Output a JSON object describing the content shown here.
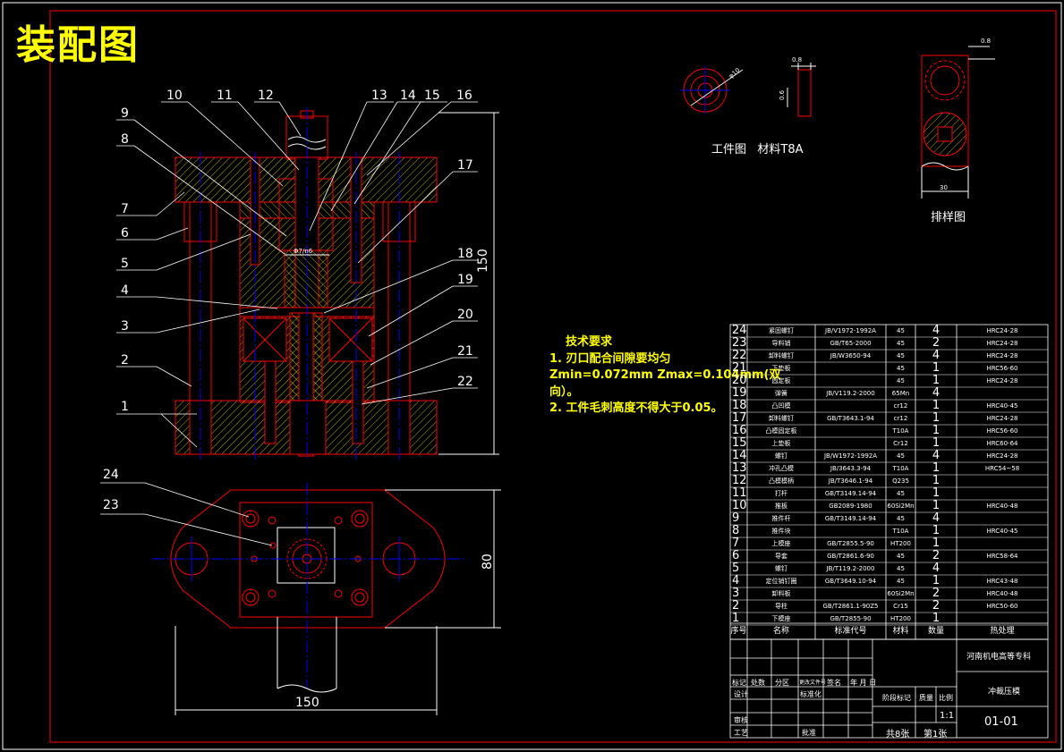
{
  "title": "装配图",
  "part_labels": [
    "1",
    "2",
    "3",
    "4",
    "5",
    "6",
    "7",
    "8",
    "9",
    "10",
    "11",
    "12",
    "13",
    "14",
    "15",
    "16",
    "17",
    "18",
    "19",
    "20",
    "21",
    "22",
    "23",
    "24"
  ],
  "dimensions": {
    "height_main": "150",
    "width_bottom": "150",
    "height_bottom": "80",
    "fit": "Φ7/n6",
    "workpiece_d": "φ10",
    "workpiece_t": "0.8",
    "workpiece_h": "0.6",
    "strip_t": "0.8",
    "strip_w": "30"
  },
  "workpiece_caption": "工件图   材料T8A",
  "strip_caption": "排样图",
  "tech_requirements": {
    "heading": "技术要求",
    "line1": "1. 刃口配合间隙要均匀",
    "line2": "Zmin=0.072mm Zmax=0.104mm(双",
    "line3": "向）。",
    "line4": "2. 工件毛刺高度不得大于0.05。"
  },
  "bom": [
    {
      "no": "24",
      "name": "紧固螺钉",
      "std": "JB/V1972-1992A",
      "mat": "45",
      "qty": "4",
      "note": "HRC24-28"
    },
    {
      "no": "23",
      "name": "导料销",
      "std": "GB/T65-2000",
      "mat": "45",
      "qty": "2",
      "note": "HRC24-28"
    },
    {
      "no": "22",
      "name": "卸料螺钉",
      "std": "JB/W3650-94",
      "mat": "45",
      "qty": "4",
      "note": "HRC24-28"
    },
    {
      "no": "21",
      "name": "下垫板",
      "std": "",
      "mat": "45",
      "qty": "1",
      "note": "HRC56-60"
    },
    {
      "no": "20",
      "name": "固定板",
      "std": "",
      "mat": "45",
      "qty": "1",
      "note": "HRC24-28"
    },
    {
      "no": "19",
      "name": "弹簧",
      "std": "JB/V119.2-2000",
      "mat": "65Mn",
      "qty": "4",
      "note": ""
    },
    {
      "no": "18",
      "name": "凸凹模",
      "std": "",
      "mat": "cr12",
      "qty": "1",
      "note": "HRC40-45"
    },
    {
      "no": "17",
      "name": "卸料螺钉",
      "std": "GB/T3643.1-94",
      "mat": "cr12",
      "qty": "1",
      "note": "HRC24-28"
    },
    {
      "no": "16",
      "name": "凸模固定板",
      "std": "",
      "mat": "T10A",
      "qty": "1",
      "note": "HRC56-60"
    },
    {
      "no": "15",
      "name": "上垫板",
      "std": "",
      "mat": "Cr12",
      "qty": "1",
      "note": "HRC60-64"
    },
    {
      "no": "14",
      "name": "螺钉",
      "std": "JB/W1972-1992A",
      "mat": "45",
      "qty": "4",
      "note": "HRC24-28"
    },
    {
      "no": "13",
      "name": "冲孔凸模",
      "std": "JB/3643.3-94",
      "mat": "T10A",
      "qty": "1",
      "note": "HRC54~58"
    },
    {
      "no": "12",
      "name": "凸模模柄",
      "std": "JB/T3646.1-94",
      "mat": "Q235",
      "qty": "1",
      "note": ""
    },
    {
      "no": "11",
      "name": "打杆",
      "std": "GB/T3149.14-94",
      "mat": "45",
      "qty": "1",
      "note": ""
    },
    {
      "no": "10",
      "name": "推板",
      "std": "GB2089-1980",
      "mat": "60Si2Mn",
      "qty": "1",
      "note": "HRC40-48"
    },
    {
      "no": "9",
      "name": "推件杆",
      "std": "GB/T3149.14-94",
      "mat": "45",
      "qty": "4",
      "note": ""
    },
    {
      "no": "8",
      "name": "推件块",
      "std": "",
      "mat": "T10A",
      "qty": "1",
      "note": "HRC40-45"
    },
    {
      "no": "7",
      "name": "上模座",
      "std": "GB/T2855.5-90",
      "mat": "HT200",
      "qty": "1",
      "note": ""
    },
    {
      "no": "6",
      "name": "导套",
      "std": "GB/T2861.6-90",
      "mat": "45",
      "qty": "2",
      "note": "HRC58-64"
    },
    {
      "no": "5",
      "name": "螺钉",
      "std": "JB/T119.2-2000",
      "mat": "45",
      "qty": "4",
      "note": ""
    },
    {
      "no": "4",
      "name": "定位销钉圈",
      "std": "GB/T3649.10-94",
      "mat": "45",
      "qty": "1",
      "note": "HRC43-48"
    },
    {
      "no": "3",
      "name": "卸料板",
      "std": "",
      "mat": "60Si2Mn",
      "qty": "2",
      "note": "HRC40-48"
    },
    {
      "no": "2",
      "name": "导柱",
      "std": "GB/T2861.1-90Z5",
      "mat": "Cr15",
      "qty": "2",
      "note": "HRC50-60"
    },
    {
      "no": "1",
      "name": "下模座",
      "std": "GB/T2855-90",
      "mat": "HT200",
      "qty": "1",
      "note": ""
    }
  ],
  "bom_header": {
    "no": "序号",
    "name": "名称",
    "std": "标准代号",
    "mat": "材料",
    "qty": "数量",
    "note": "热处理"
  },
  "title_block": {
    "school": "河南机电高等专科",
    "drawing_name": "冲裁压模",
    "drawing_no": "01-01",
    "scale": "1:1",
    "sheets_total": "共8张",
    "sheet_no": "第1张",
    "r_mark": "标记",
    "r_count": "处数",
    "r_zone": "分区",
    "r_doc": "更改文件号",
    "r_sign": "签名",
    "r_date": "年 月 日",
    "design": "设计",
    "std": "标准化",
    "check": "审核",
    "process": "工艺",
    "approve": "批准",
    "stage": "阶段标记",
    "weight": "质量",
    "ratio": "比例"
  },
  "colors": {
    "bg": "#000000",
    "outline": "#ff0000",
    "center": "#0000ff",
    "white": "#ffffff",
    "yellow": "#ffff00",
    "hatch": "#ffff00"
  }
}
